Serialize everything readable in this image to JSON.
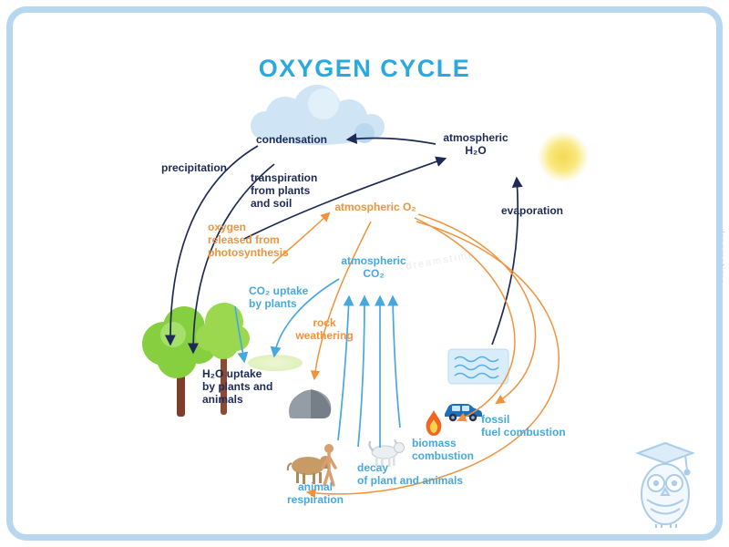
{
  "title": "OXYGEN CYCLE",
  "watermark": "dreamstime",
  "colors": {
    "title": "#2aa9e1",
    "navy_text_and_arrows": "#1d2a56",
    "blue_text_and_arrows": "#47a8df",
    "orange_text_and_arrows": "#f0933b",
    "frame": "#b6d7ef"
  },
  "labels": {
    "condensation": [
      "condensation"
    ],
    "atmospheric_h2o": [
      "atmospheric",
      "H₂O"
    ],
    "precipitation": [
      "precipitation"
    ],
    "transpiration": [
      "transpiration",
      "from plants",
      "and soil"
    ],
    "atmospheric_o2": [
      "atmospheric O₂"
    ],
    "evaporation": [
      "evaporation"
    ],
    "oxygen_released": [
      "oxygen",
      "released from",
      "photosynthesis"
    ],
    "co2_uptake": [
      "CO₂ uptake",
      "by plants"
    ],
    "atmospheric_co2": [
      "atmospheric",
      "CO₂"
    ],
    "rock_weathering": [
      "rock",
      "weathering"
    ],
    "h2o_uptake": [
      "H₂O uptake",
      "by plants and",
      "animals"
    ],
    "fossil_fuel": [
      "fossil",
      "fuel combustion"
    ],
    "biomass": [
      "biomass",
      "combustion"
    ],
    "decay": [
      "decay",
      "of plant and animals"
    ],
    "animal_respiration": [
      "animal",
      "respiration"
    ]
  },
  "icons": {
    "cloud": "cloud-icon",
    "sun": "sun-icon",
    "trees": "trees-icon",
    "grass": "grass-icon",
    "rock": "rock-icon",
    "water": "water-icon",
    "car": "car-icon",
    "flame": "flame-icon",
    "cow": "cow-icon",
    "human": "human-icon",
    "dog": "dog-icon",
    "owl": "owl-logo-icon"
  }
}
